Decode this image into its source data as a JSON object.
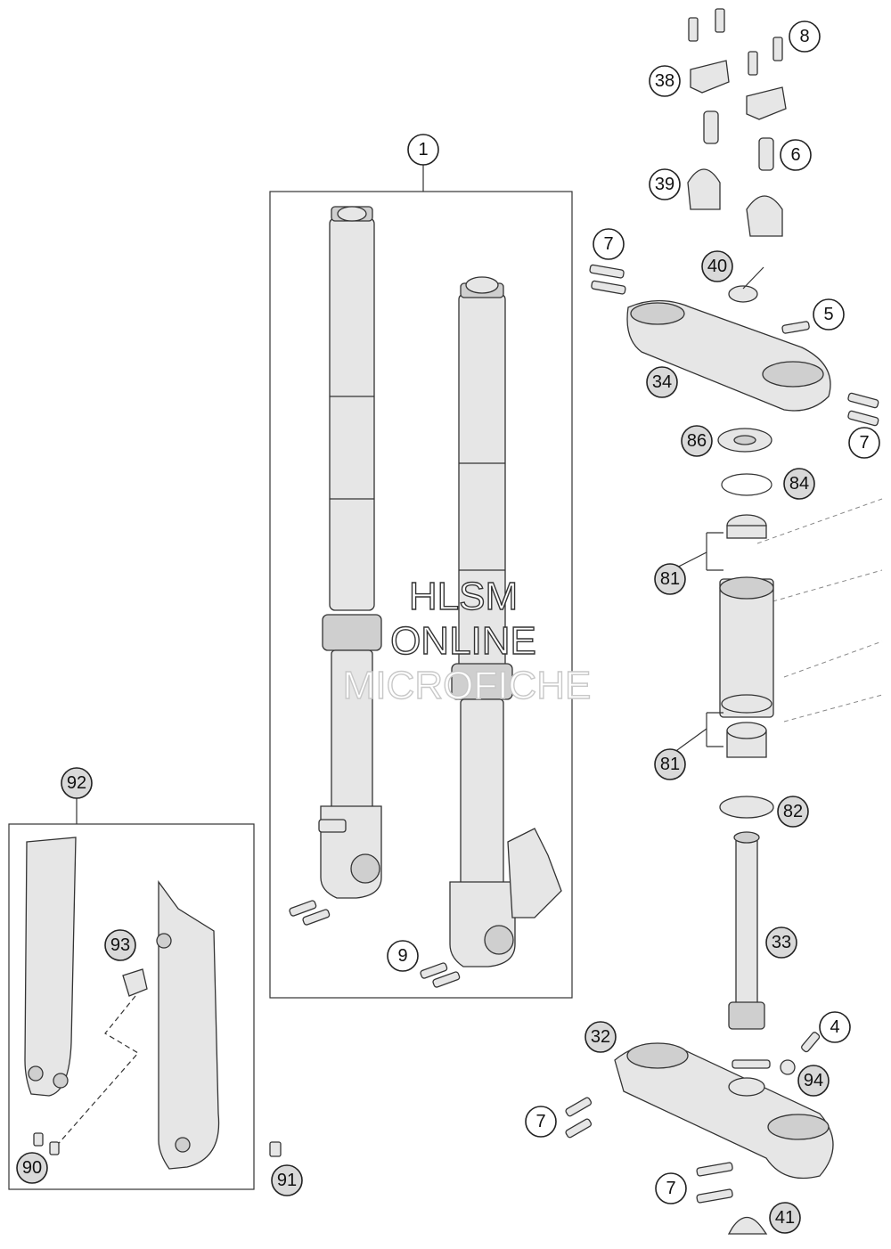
{
  "callouts": {
    "c1": "1",
    "c8": "8",
    "c38": "38",
    "c6": "6",
    "c39": "39",
    "c7a": "7",
    "c40": "40",
    "c5": "5",
    "c34": "34",
    "c7b": "7",
    "c86": "86",
    "c84": "84",
    "c81a": "81",
    "c81b": "81",
    "c82": "82",
    "c33": "33",
    "c92": "92",
    "c93": "93",
    "c9": "9",
    "c4": "4",
    "c32": "32",
    "c94": "94",
    "c7c": "7",
    "c7d": "7",
    "c41": "41",
    "c90": "90",
    "c91": "91"
  },
  "watermark": {
    "line1": "HLSM",
    "line2": "ONLINE",
    "line3": "MICROFICHE"
  }
}
